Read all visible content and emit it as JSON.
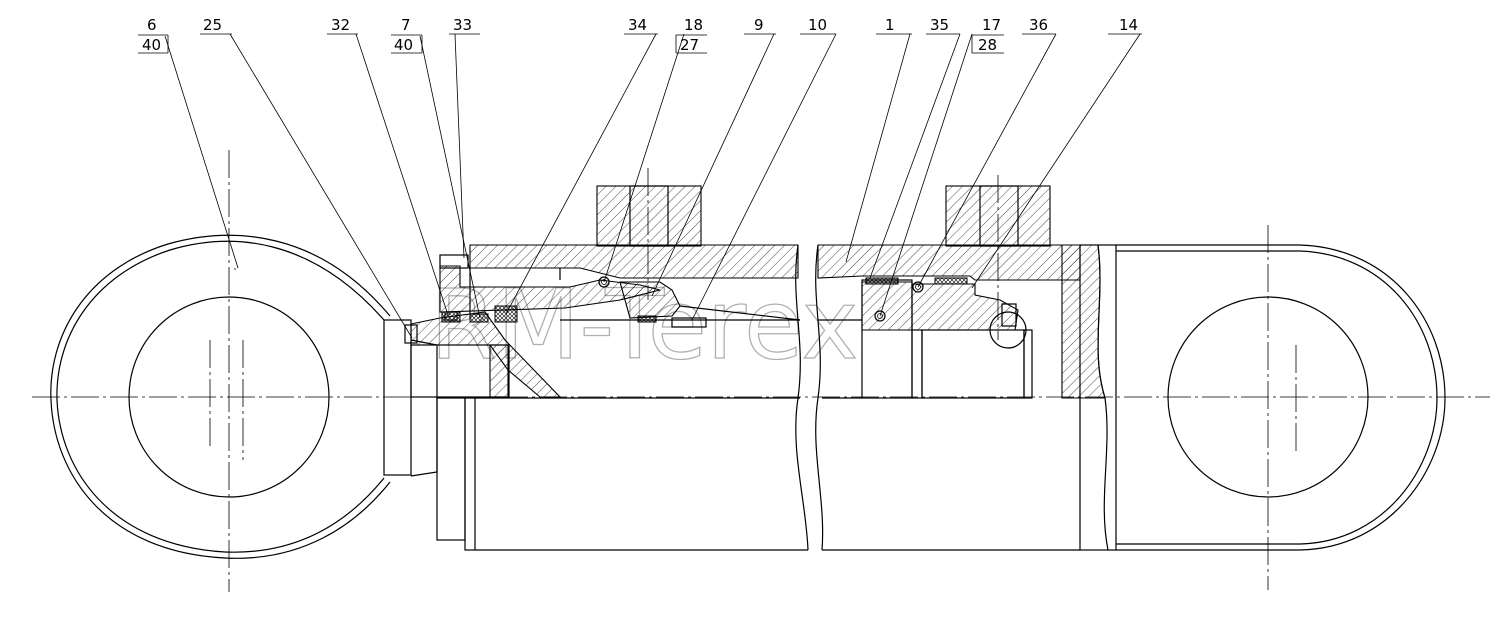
{
  "callouts": [
    {
      "id": "c6",
      "top": "6",
      "bottom": "40"
    },
    {
      "id": "c25",
      "top": "25"
    },
    {
      "id": "c32",
      "top": "32"
    },
    {
      "id": "c7",
      "top": "7",
      "bottom": "40"
    },
    {
      "id": "c33",
      "top": "33"
    },
    {
      "id": "c34",
      "top": "34"
    },
    {
      "id": "c18",
      "top": "18",
      "bottom": "27"
    },
    {
      "id": "c9",
      "top": "9"
    },
    {
      "id": "c10",
      "top": "10"
    },
    {
      "id": "c1",
      "top": "1"
    },
    {
      "id": "c35",
      "top": "35"
    },
    {
      "id": "c17",
      "top": "17",
      "bottom": "28"
    },
    {
      "id": "c36",
      "top": "36"
    },
    {
      "id": "c14",
      "top": "14"
    }
  ],
  "watermark": "RM-Terex",
  "colors": {
    "line": "#000000",
    "watermark": "#b0b0b0",
    "background": "#ffffff"
  }
}
